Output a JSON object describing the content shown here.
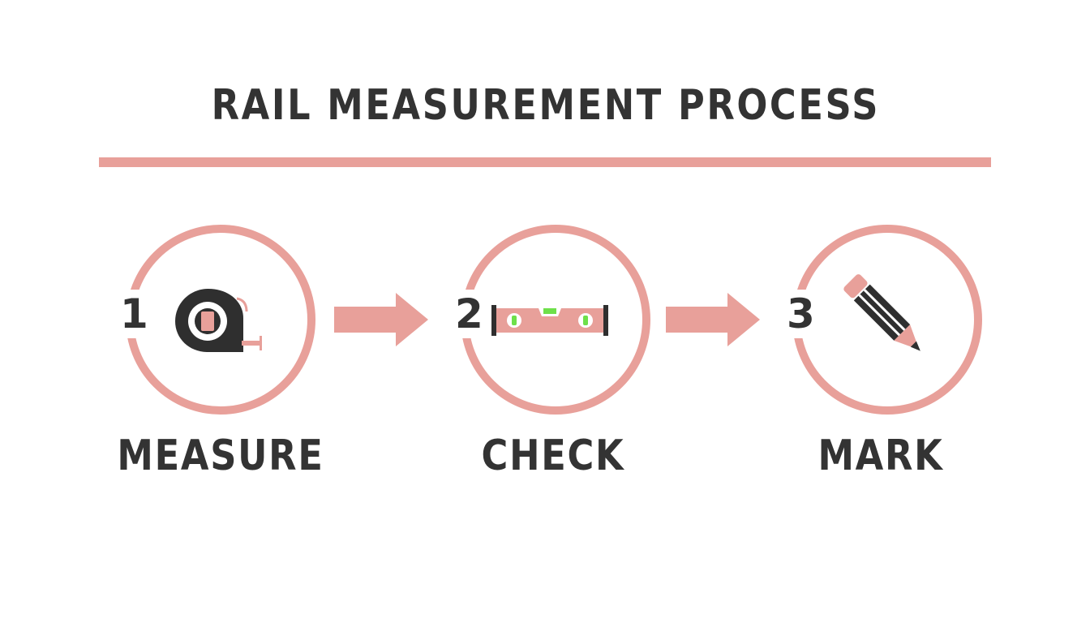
{
  "title": "RAIL MEASUREMENT PROCESS",
  "colors": {
    "accent": "#e8a09a",
    "text": "#333333",
    "icon_dark": "#2f2f2f",
    "bubble_green": "#6ee04a"
  },
  "steps": [
    {
      "number": "1",
      "label": "MEASURE",
      "icon": "tape-measure-icon"
    },
    {
      "number": "2",
      "label": "CHECK",
      "icon": "spirit-level-icon"
    },
    {
      "number": "3",
      "label": "MARK",
      "icon": "pencil-icon"
    }
  ]
}
